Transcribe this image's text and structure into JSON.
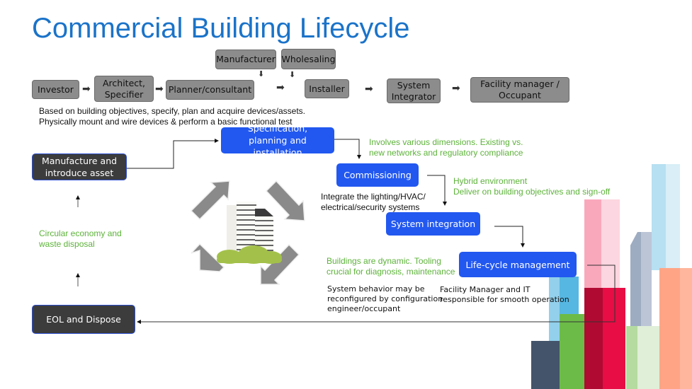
{
  "title": "Commercial Building Lifecycle",
  "chain": {
    "investor": "Investor",
    "architect": "Architect, Specifier",
    "planner": "Planner/consultant",
    "manufacturer": "Manufacturer",
    "wholesaling": "Wholesaling",
    "installer": "Installer",
    "integrator": "System Integrator",
    "facility": "Facility manager / Occupant"
  },
  "chain_notes": {
    "line1": "Based on building objectives, specify, plan and acquire devices/assets.",
    "line2": "Physically mount and wire devices & perform a basic functional test"
  },
  "steps": {
    "manufacture": "Manufacture and introduce asset",
    "specification": "Specification, planning and installation",
    "commissioning": "Commissioning",
    "integration": "System integration",
    "lifecycle": "Life-cycle management",
    "eol": "EOL and Dispose"
  },
  "notes": {
    "dimensions": "Involves various dimensions. Existing vs. new networks and regulatory compliance",
    "hybrid1": "Hybrid environment",
    "hybrid2": "Deliver on building objectives and sign-off",
    "integrate1": "Integrate the lighting/HVAC/",
    "integrate2": "electrical/security systems",
    "dynamic1": "Buildings are dynamic. Tooling",
    "dynamic2": "crucial for diagnosis, maintenance",
    "behavior1": "System behavior may be",
    "behavior2": "reconfigured by configuration",
    "behavior3": "engineer/occupant",
    "fm1": "Facility Manager and IT",
    "fm2": "responsible for smooth operation",
    "circular1": "Circular economy and",
    "circular2": "waste disposal"
  },
  "colors": {
    "title": "#1a73c9",
    "step": "#2258f0",
    "note": "#5db33a",
    "chain": "#8c8c8c"
  }
}
